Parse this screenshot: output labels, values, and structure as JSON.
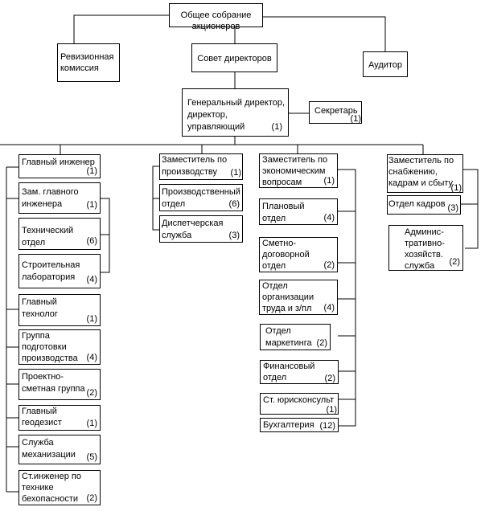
{
  "title": "Организационная структура",
  "top": {
    "shareholders": {
      "label": "Общее собрание акционеров"
    },
    "audit_commission": {
      "label": "Ревизионная\nкомиссия"
    },
    "board": {
      "label": "Совет директоров"
    },
    "auditor": {
      "label": "Аудитор"
    },
    "ceo": {
      "label": "Генеральный директор,\nдиректор,\nуправляющий",
      "count": "(1)"
    },
    "secretary": {
      "label": "Секретарь",
      "count": "(1)"
    }
  },
  "branches": [
    {
      "name": "engineering",
      "units": [
        {
          "label": "Главный инженер",
          "count": "(1)"
        },
        {
          "label": "Зам. главного\nинженера",
          "count": "(1)"
        },
        {
          "label": "Технический\nотдел",
          "count": "(6)"
        },
        {
          "label": "Строительная\nлаборатория",
          "count": "(4)"
        },
        {
          "label": "Главный\nтехнолог",
          "count": "(1)"
        },
        {
          "label": "Группа\nподготовки\nпроизводства",
          "count": "(4)"
        },
        {
          "label": "Проектно-\nсметная группа",
          "count": "(2)"
        },
        {
          "label": "Главный\nгеодезист",
          "count": "(1)"
        },
        {
          "label": "Служба\nмеханизации",
          "count": "(5)"
        },
        {
          "label": "Ст.инженер по\nтехнике\nбехопасности",
          "count": "(2)"
        }
      ]
    },
    {
      "name": "production",
      "units": [
        {
          "label": "Заместитель по\nпроизводству",
          "count": "(1)"
        },
        {
          "label": "Производственный\nотдел",
          "count": "(6)"
        },
        {
          "label": "Диспетчерская\nслужба",
          "count": "(3)"
        }
      ]
    },
    {
      "name": "economics",
      "units": [
        {
          "label": "Заместитель по\nэкономическим\nвопросам",
          "count": "(1)"
        },
        {
          "label": "Плановый\nотдел",
          "count": "(4)"
        },
        {
          "label": "Сметно-\nдоговорной\nотдел",
          "count": "(2)"
        },
        {
          "label": "Отдел\nорганизации\nтруда и з/пл",
          "count": "(4)"
        },
        {
          "label": "Отдел\nмаркетинга",
          "count": "(2)"
        },
        {
          "label": "Финансовый\nотдел",
          "count": "(2)"
        },
        {
          "label": "Ст. юрисконсульт",
          "count": "(1)"
        },
        {
          "label": "Бухгалтерия",
          "count": "(12)"
        }
      ]
    },
    {
      "name": "supply",
      "units": [
        {
          "label": "Заместитель по\nснабжению,\nкадрам и сбыту",
          "count": "(1)"
        },
        {
          "label": "Отдел кадров",
          "count": "(3)"
        },
        {
          "label": "Админис-\nтративно-\nхозяйств.\nслужба",
          "count": "(2)"
        }
      ]
    }
  ]
}
